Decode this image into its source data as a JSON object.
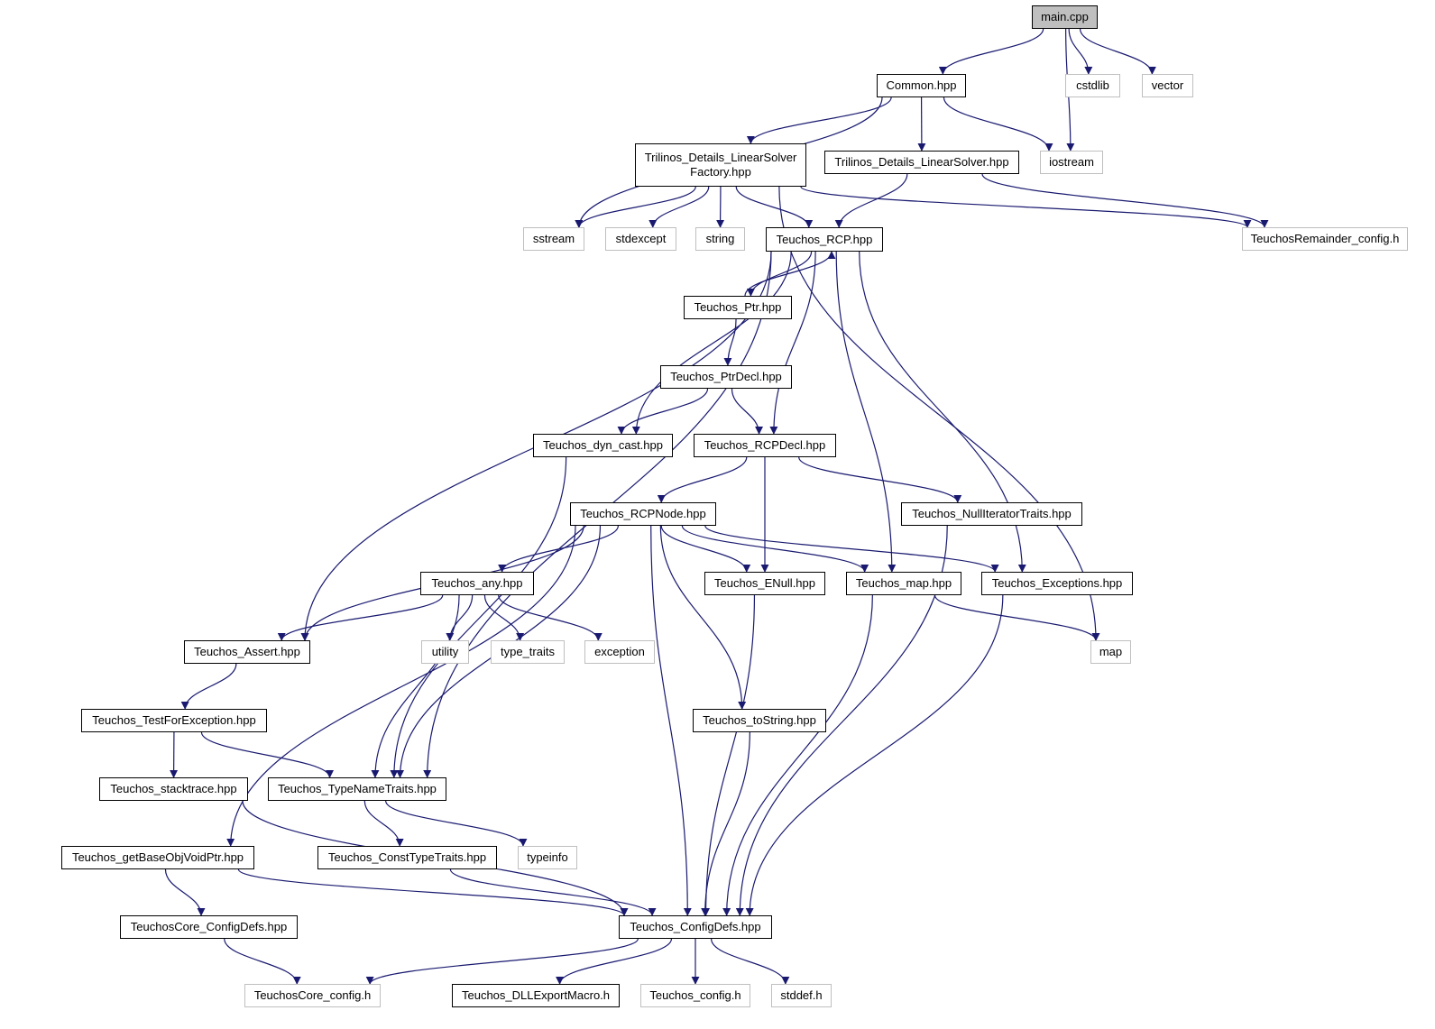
{
  "graph": {
    "colors": {
      "edge": "#191970",
      "internal_border": "#000000",
      "external_border": "#bfbfbf",
      "root_fill": "#bfbfbf"
    },
    "nodes": [
      {
        "id": "main",
        "label": "main.cpp",
        "kind": "root"
      },
      {
        "id": "common",
        "label": "Common.hpp",
        "kind": "internal"
      },
      {
        "id": "cstdlib",
        "label": "cstdlib",
        "kind": "external"
      },
      {
        "id": "vector",
        "label": "vector",
        "kind": "external"
      },
      {
        "id": "lsf",
        "label": "Trilinos_Details_LinearSolver\nFactory.hpp",
        "kind": "internal"
      },
      {
        "id": "ls",
        "label": "Trilinos_Details_LinearSolver.hpp",
        "kind": "internal"
      },
      {
        "id": "iostream",
        "label": "iostream",
        "kind": "external"
      },
      {
        "id": "sstream",
        "label": "sstream",
        "kind": "external"
      },
      {
        "id": "stdexcept",
        "label": "stdexcept",
        "kind": "external"
      },
      {
        "id": "string",
        "label": "string",
        "kind": "external"
      },
      {
        "id": "rcp",
        "label": "Teuchos_RCP.hpp",
        "kind": "internal"
      },
      {
        "id": "remcfg",
        "label": "TeuchosRemainder_config.h",
        "kind": "external"
      },
      {
        "id": "ptr",
        "label": "Teuchos_Ptr.hpp",
        "kind": "internal"
      },
      {
        "id": "ptrdecl",
        "label": "Teuchos_PtrDecl.hpp",
        "kind": "internal"
      },
      {
        "id": "dyncast",
        "label": "Teuchos_dyn_cast.hpp",
        "kind": "internal"
      },
      {
        "id": "rcpdecl",
        "label": "Teuchos_RCPDecl.hpp",
        "kind": "internal"
      },
      {
        "id": "rcpnode",
        "label": "Teuchos_RCPNode.hpp",
        "kind": "internal"
      },
      {
        "id": "nullit",
        "label": "Teuchos_NullIteratorTraits.hpp",
        "kind": "internal"
      },
      {
        "id": "any",
        "label": "Teuchos_any.hpp",
        "kind": "internal"
      },
      {
        "id": "enull",
        "label": "Teuchos_ENull.hpp",
        "kind": "internal"
      },
      {
        "id": "tmap",
        "label": "Teuchos_map.hpp",
        "kind": "internal"
      },
      {
        "id": "exceptions",
        "label": "Teuchos_Exceptions.hpp",
        "kind": "internal"
      },
      {
        "id": "assert",
        "label": "Teuchos_Assert.hpp",
        "kind": "internal"
      },
      {
        "id": "utility",
        "label": "utility",
        "kind": "external"
      },
      {
        "id": "typetraits",
        "label": "type_traits",
        "kind": "external"
      },
      {
        "id": "exception",
        "label": "exception",
        "kind": "external"
      },
      {
        "id": "map",
        "label": "map",
        "kind": "external"
      },
      {
        "id": "testfor",
        "label": "Teuchos_TestForException.hpp",
        "kind": "internal"
      },
      {
        "id": "tostring",
        "label": "Teuchos_toString.hpp",
        "kind": "internal"
      },
      {
        "id": "stacktrace",
        "label": "Teuchos_stacktrace.hpp",
        "kind": "internal"
      },
      {
        "id": "typename",
        "label": "Teuchos_TypeNameTraits.hpp",
        "kind": "internal"
      },
      {
        "id": "getbase",
        "label": "Teuchos_getBaseObjVoidPtr.hpp",
        "kind": "internal"
      },
      {
        "id": "consttype",
        "label": "Teuchos_ConstTypeTraits.hpp",
        "kind": "internal"
      },
      {
        "id": "typeinfo",
        "label": "typeinfo",
        "kind": "external"
      },
      {
        "id": "coreconfigdefs",
        "label": "TeuchosCore_ConfigDefs.hpp",
        "kind": "internal"
      },
      {
        "id": "configdefs",
        "label": "Teuchos_ConfigDefs.hpp",
        "kind": "internal"
      },
      {
        "id": "coreconfig",
        "label": "TeuchosCore_config.h",
        "kind": "external"
      },
      {
        "id": "dllexport",
        "label": "Teuchos_DLLExportMacro.h",
        "kind": "internal"
      },
      {
        "id": "tconfig",
        "label": "Teuchos_config.h",
        "kind": "external"
      },
      {
        "id": "stddef",
        "label": "stddef.h",
        "kind": "external"
      }
    ],
    "edges": [
      {
        "from": "main",
        "to": "common"
      },
      {
        "from": "main",
        "to": "iostream"
      },
      {
        "from": "main",
        "to": "cstdlib"
      },
      {
        "from": "main",
        "to": "vector"
      },
      {
        "from": "common",
        "to": "lsf"
      },
      {
        "from": "common",
        "to": "ls"
      },
      {
        "from": "common",
        "to": "iostream"
      },
      {
        "from": "common",
        "to": "sstream"
      },
      {
        "from": "lsf",
        "to": "sstream"
      },
      {
        "from": "lsf",
        "to": "stdexcept"
      },
      {
        "from": "lsf",
        "to": "string"
      },
      {
        "from": "lsf",
        "to": "rcp"
      },
      {
        "from": "lsf",
        "to": "remcfg"
      },
      {
        "from": "lsf",
        "to": "map"
      },
      {
        "from": "ls",
        "to": "rcp"
      },
      {
        "from": "ls",
        "to": "remcfg"
      },
      {
        "from": "rcp",
        "to": "ptr"
      },
      {
        "from": "ptr",
        "to": "rcp"
      },
      {
        "from": "rcp",
        "to": "dyncast"
      },
      {
        "from": "rcp",
        "to": "rcpdecl"
      },
      {
        "from": "rcp",
        "to": "assert"
      },
      {
        "from": "rcp",
        "to": "typename"
      },
      {
        "from": "rcp",
        "to": "tmap"
      },
      {
        "from": "rcp",
        "to": "exceptions"
      },
      {
        "from": "ptr",
        "to": "ptrdecl"
      },
      {
        "from": "ptrdecl",
        "to": "dyncast"
      },
      {
        "from": "ptrdecl",
        "to": "rcpdecl"
      },
      {
        "from": "dyncast",
        "to": "typename"
      },
      {
        "from": "rcpdecl",
        "to": "rcpnode"
      },
      {
        "from": "rcpdecl",
        "to": "enull"
      },
      {
        "from": "rcpdecl",
        "to": "nullit"
      },
      {
        "from": "nullit",
        "to": "configdefs"
      },
      {
        "from": "rcpnode",
        "to": "any"
      },
      {
        "from": "rcpnode",
        "to": "enull"
      },
      {
        "from": "rcpnode",
        "to": "tmap"
      },
      {
        "from": "rcpnode",
        "to": "exceptions"
      },
      {
        "from": "rcpnode",
        "to": "assert"
      },
      {
        "from": "rcpnode",
        "to": "typename"
      },
      {
        "from": "rcpnode",
        "to": "getbase"
      },
      {
        "from": "rcpnode",
        "to": "configdefs"
      },
      {
        "from": "rcpnode",
        "to": "tostring"
      },
      {
        "from": "any",
        "to": "assert"
      },
      {
        "from": "any",
        "to": "utility"
      },
      {
        "from": "any",
        "to": "typetraits"
      },
      {
        "from": "any",
        "to": "exception"
      },
      {
        "from": "any",
        "to": "typename"
      },
      {
        "from": "enull",
        "to": "configdefs"
      },
      {
        "from": "tmap",
        "to": "map"
      },
      {
        "from": "tmap",
        "to": "configdefs"
      },
      {
        "from": "exceptions",
        "to": "configdefs"
      },
      {
        "from": "assert",
        "to": "testfor"
      },
      {
        "from": "testfor",
        "to": "stacktrace"
      },
      {
        "from": "testfor",
        "to": "typename"
      },
      {
        "from": "stacktrace",
        "to": "configdefs"
      },
      {
        "from": "typename",
        "to": "consttype"
      },
      {
        "from": "typename",
        "to": "typeinfo"
      },
      {
        "from": "consttype",
        "to": "configdefs"
      },
      {
        "from": "getbase",
        "to": "coreconfigdefs"
      },
      {
        "from": "getbase",
        "to": "configdefs"
      },
      {
        "from": "tostring",
        "to": "configdefs"
      },
      {
        "from": "coreconfigdefs",
        "to": "coreconfig"
      },
      {
        "from": "configdefs",
        "to": "coreconfig"
      },
      {
        "from": "configdefs",
        "to": "dllexport"
      },
      {
        "from": "configdefs",
        "to": "tconfig"
      },
      {
        "from": "configdefs",
        "to": "stddef"
      }
    ]
  }
}
